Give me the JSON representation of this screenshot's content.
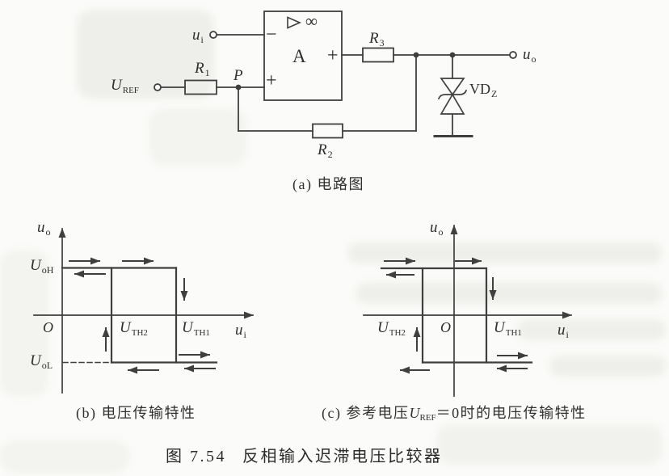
{
  "colors": {
    "ink": "#3f3f3f",
    "paper": "#fbfbf9"
  },
  "figure_caption": {
    "number": "图 7.54",
    "title": "反相输入迟滞电压比较器"
  },
  "panel_a": {
    "caption": "(a) 电路图",
    "opamp": {
      "name": "A",
      "gain": "∞",
      "inverting_input": "−",
      "noninverting_input": "+",
      "output_polarity": "+"
    },
    "labels": {
      "input": {
        "main": "u",
        "sub": "i"
      },
      "reference": {
        "main": "U",
        "sub": "REF"
      },
      "r1": {
        "main": "R",
        "sub": "1"
      },
      "r2": {
        "main": "R",
        "sub": "2"
      },
      "r3": {
        "main": "R",
        "sub": "3"
      },
      "node_p": "P",
      "zener": {
        "main": "VD",
        "sub": "Z"
      },
      "output": {
        "main": "u",
        "sub": "o"
      }
    }
  },
  "panel_b": {
    "caption": "(b) 电压传输特性",
    "labels": {
      "y_axis": {
        "main": "u",
        "sub": "o"
      },
      "x_axis": {
        "main": "u",
        "sub": "i"
      },
      "origin": "O",
      "high_level": {
        "main": "U",
        "sub": "oH"
      },
      "low_level": {
        "main": "U",
        "sub": "oL"
      },
      "threshold_low": {
        "main": "U",
        "sub": "TH2"
      },
      "threshold_high": {
        "main": "U",
        "sub": "TH1"
      }
    }
  },
  "panel_c": {
    "caption_prefix": "(c) 参考电压",
    "caption_var": {
      "main": "U",
      "sub": "REF"
    },
    "caption_suffix": "＝0时的电压传输特性",
    "labels": {
      "y_axis": {
        "main": "u",
        "sub": "o"
      },
      "x_axis": {
        "main": "u",
        "sub": "i"
      },
      "origin": "O",
      "threshold_low": {
        "main": "U",
        "sub": "TH2"
      },
      "threshold_high": {
        "main": "U",
        "sub": "TH1"
      }
    }
  },
  "chart_data": [
    {
      "type": "line",
      "panel": "b",
      "title": "(b) 电压传输特性",
      "xlabel": "ui",
      "ylabel": "uo",
      "x_tick_labels": [
        "O",
        "UTH2",
        "UTH1"
      ],
      "y_tick_labels": [
        "UoH",
        "UoL"
      ],
      "threshold_relation": "0 < UTH2 < UTH1",
      "series": [
        {
          "name": "ui increasing",
          "path": [
            [
              "-inf",
              "UoH"
            ],
            [
              "UTH1",
              "UoH"
            ],
            [
              "UTH1",
              "UoL"
            ],
            [
              "+inf",
              "UoL"
            ]
          ]
        },
        {
          "name": "ui decreasing",
          "path": [
            [
              "+inf",
              "UoL"
            ],
            [
              "UTH2",
              "UoL"
            ],
            [
              "UTH2",
              "UoH"
            ],
            [
              "-inf",
              "UoH"
            ]
          ]
        }
      ],
      "annotations": [
        "迟滞回线带方向箭头",
        "UoL 电平自纵轴以虚线画至回线左沿"
      ],
      "grid": false,
      "legend": false
    },
    {
      "type": "line",
      "panel": "c",
      "title": "(c) 参考电压UREF＝0时的电压传输特性",
      "xlabel": "ui",
      "ylabel": "uo",
      "x_tick_labels": [
        "UTH2",
        "O",
        "UTH1"
      ],
      "y_tick_labels": [],
      "threshold_relation": "UTH2 < 0 < UTH1，回线关于纵轴对称",
      "series": [
        {
          "name": "ui increasing",
          "path": [
            [
              "-inf",
              "UoH"
            ],
            [
              "UTH1",
              "UoH"
            ],
            [
              "UTH1",
              "UoL"
            ],
            [
              "+inf",
              "UoL"
            ]
          ]
        },
        {
          "name": "ui decreasing",
          "path": [
            [
              "+inf",
              "UoL"
            ],
            [
              "UTH2",
              "UoL"
            ],
            [
              "UTH2",
              "UoH"
            ],
            [
              "-inf",
              "UoH"
            ]
          ]
        }
      ],
      "annotations": [
        "迟滞回线带方向箭头"
      ],
      "grid": false,
      "legend": false
    }
  ]
}
